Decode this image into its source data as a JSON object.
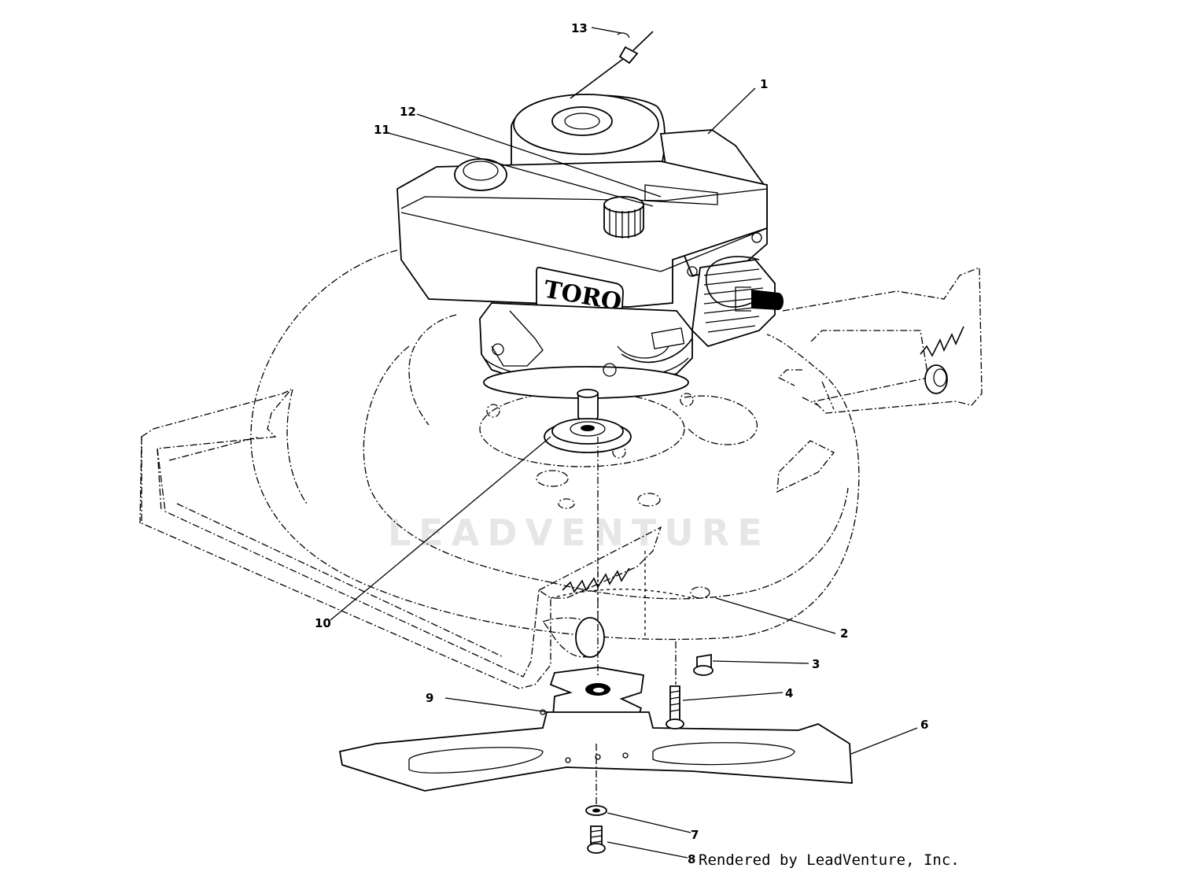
{
  "watermark": "LEADVENTURE",
  "brand_logo": "TORO",
  "footer_credit": "Rendered by LeadVenture, Inc.",
  "callouts": [
    {
      "id": "1",
      "label": "1"
    },
    {
      "id": "2",
      "label": "2"
    },
    {
      "id": "3",
      "label": "3"
    },
    {
      "id": "4",
      "label": "4"
    },
    {
      "id": "6",
      "label": "6"
    },
    {
      "id": "7",
      "label": "7"
    },
    {
      "id": "8",
      "label": "8"
    },
    {
      "id": "9",
      "label": "9"
    },
    {
      "id": "10",
      "label": "10"
    },
    {
      "id": "11",
      "label": "11"
    },
    {
      "id": "12",
      "label": "12"
    },
    {
      "id": "13",
      "label": "13"
    }
  ]
}
